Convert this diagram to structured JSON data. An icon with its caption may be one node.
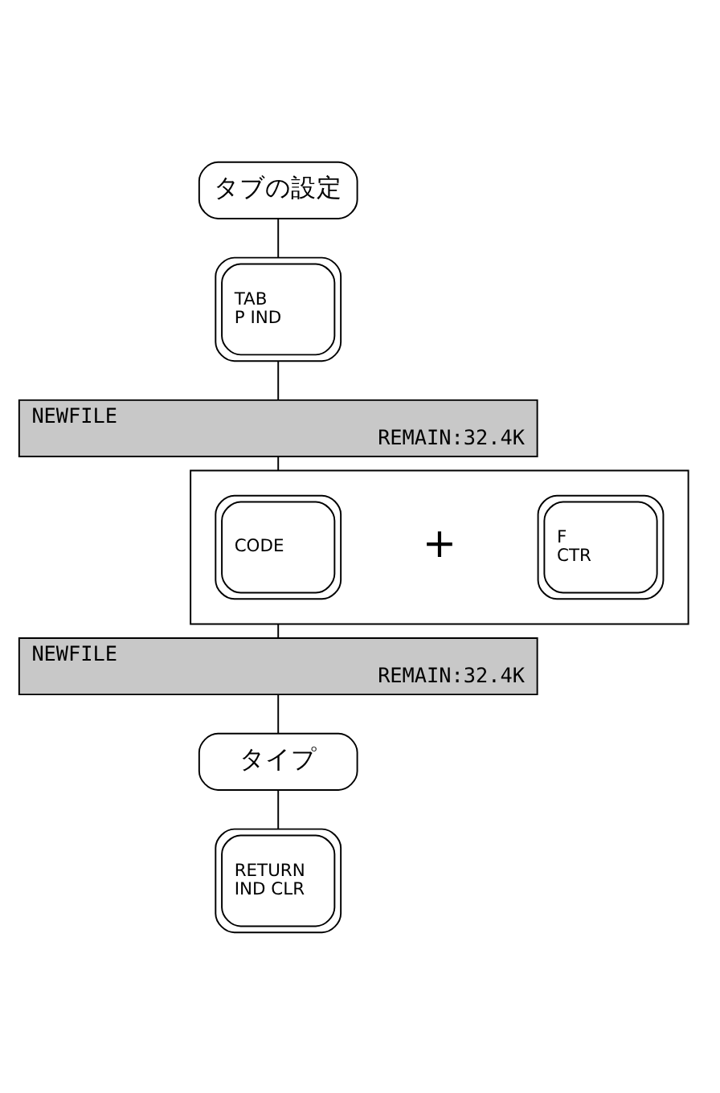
{
  "diagram": {
    "nodes": [
      {
        "text": [
          "タブの設定"
        ]
      },
      {
        "text": [
          "TAB",
          "P IND"
        ]
      },
      {
        "text": [
          "NEWFILE",
          "REMAIN:32.4K"
        ]
      },
      {
        "text": [],
        "shape": "box"
      },
      {
        "text": [
          "CODE"
        ],
        "in": 3
      },
      {
        "text": [
          "F",
          "CTR"
        ],
        "in": 3
      },
      {
        "text": [
          "NEWFILE",
          "REMAIN:32.4K"
        ]
      },
      {
        "text": [
          "タイプ"
        ]
      },
      {
        "text": [
          "RETURN",
          "IND CLR"
        ]
      }
    ],
    "edges": [
      {
        "from": 0,
        "to": 1,
        "arrow": "none"
      },
      {
        "from": 1,
        "to": 2,
        "arrow": "none"
      },
      {
        "from": 2,
        "to": 3,
        "arrow": "none"
      },
      {
        "from": 3,
        "to": 6,
        "arrow": "none"
      },
      {
        "from": 6,
        "to": 7,
        "arrow": "none"
      },
      {
        "from": 7,
        "to": 8,
        "arrow": "none"
      }
    ],
    "labels": [
      "+"
    ]
  }
}
